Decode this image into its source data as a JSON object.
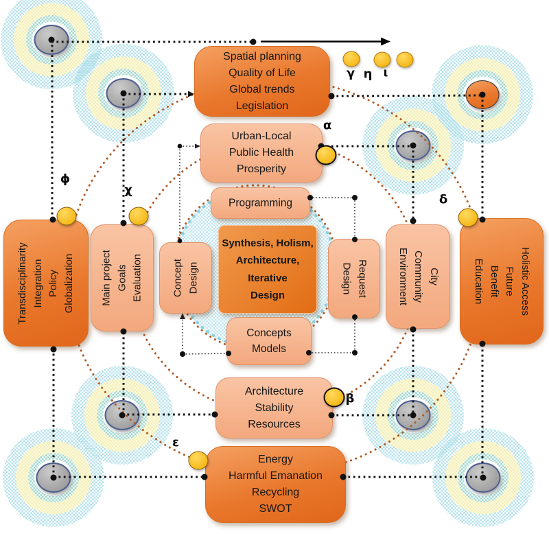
{
  "boxes": {
    "spatial": {
      "text": "Spatial planning\nQuality of Life\nGlobal trends\nLegislation"
    },
    "urban": {
      "text": "Urban-Local\nPublic Health\nProsperity"
    },
    "programming": {
      "text": "Programming"
    },
    "center": {
      "text": "Synthesis, Holism,\nArchitecture,\nIterative\nDesign"
    },
    "concepts": {
      "text": "Concepts\nModels"
    },
    "architecture": {
      "text": "Architecture\nStability\nResources"
    },
    "energy": {
      "text": "Energy\nHarmful Emanation\nRecycling\nSWOT"
    },
    "transdisciplinarity": {
      "text": "Transdisciplinarity\nIntegration\nPolicy\nGlobalization"
    },
    "main_project": {
      "text": "Main project\nGoals\nEvaluation"
    },
    "concept_design": {
      "text": "Concept\nDesign"
    },
    "request_design": {
      "text": "Request\nDesign"
    },
    "city": {
      "text": "City\nCommunity\nEnvironment"
    },
    "holistic": {
      "text": "Holistic Access\nFuture\nBenefit\nEducation"
    }
  },
  "greek": {
    "alpha": "α",
    "beta": "β",
    "gamma": "γ",
    "delta": "δ",
    "epsilon": "ε",
    "eta": "η",
    "iota": "ι",
    "phi": "ϕ",
    "chi": "χ"
  },
  "colors": {
    "dark_box": "#e8762a",
    "light_box": "#f6b28b",
    "yellow_marker": "#f7bb1e",
    "halo_blue": "#bfe6ef",
    "ring_blue": "#b5e2eb",
    "ring_yellow": "#f4f0bb",
    "ring_teal": "#a3d8d1",
    "target_gray": "#9c9c9c",
    "curve_brown": "#b05c26",
    "line_black": "#141414"
  }
}
